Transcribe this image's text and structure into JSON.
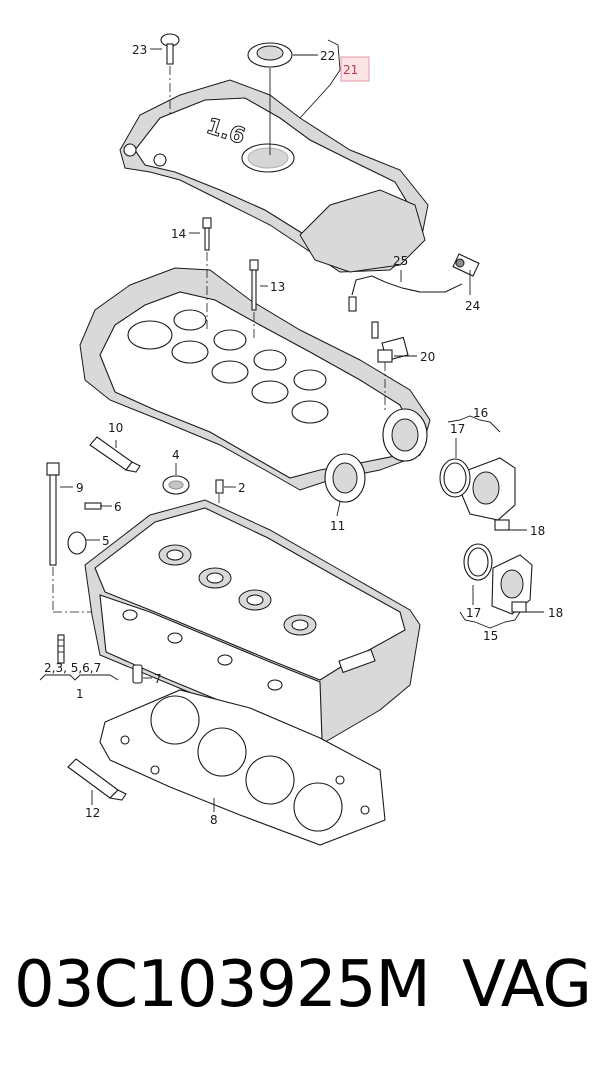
{
  "diagram": {
    "callouts": {
      "c23": "23",
      "c22": "22",
      "c21": "21",
      "c14": "14",
      "c13": "13",
      "c25": "25",
      "c24": "24",
      "c20": "20",
      "c10": "10",
      "c4": "4",
      "c16": "16",
      "c17a": "17",
      "c9": "9",
      "c2": "2",
      "c6": "6",
      "c11": "11",
      "c18a": "18",
      "c5": "5",
      "c17b": "17",
      "c18b": "18",
      "c15": "15",
      "c7": "7",
      "c1group": "2,3, 5,6,7",
      "c1": "1",
      "c8": "8",
      "c12": "12"
    },
    "engine_mark": "1.6"
  },
  "footer": {
    "part_number": "03C103925M",
    "brand": "VAG"
  },
  "colors": {
    "highlight_fill": "#fbe3e6",
    "highlight_border": "#e59aa4",
    "highlight_text": "#c0394d"
  }
}
